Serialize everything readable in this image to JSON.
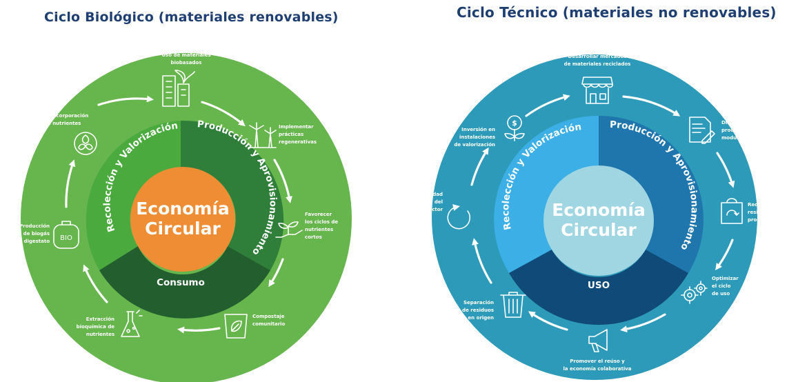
{
  "colors": {
    "title": "#1f3f73",
    "bio_outer": "#66b54d",
    "bio_seg_left": "#4aaa3e",
    "bio_seg_right": "#2f7f3a",
    "bio_seg_bottom": "#235e2e",
    "bio_center": "#ee8d33",
    "tec_outer": "#2c9ab8",
    "tec_seg_left": "#3cb0e6",
    "tec_seg_right": "#1f76ad",
    "tec_seg_bottom": "#0f4a78",
    "tec_center": "#9fd6e2"
  },
  "biologico": {
    "title": "Ciclo Biológico (materiales renovables)",
    "center": [
      "Economía",
      "Circular"
    ],
    "segments": {
      "left": "Recolección y Valorización",
      "right": "Producción y Aprovisionamiento",
      "bottom": "Consumo"
    },
    "steps": [
      {
        "lines": [
          "Uso de materiales",
          "biobasados"
        ],
        "icon": "building-leaf-icon"
      },
      {
        "lines": [
          "Implementar",
          "prácticas",
          "regenerativas"
        ],
        "icon": "wind-turbines-icon"
      },
      {
        "lines": [
          "Favorecer",
          "los ciclos de",
          "nutrientes",
          "cortos"
        ],
        "icon": "sprout-hand-icon"
      },
      {
        "lines": [
          "Compostaje",
          "comunitario"
        ],
        "icon": "compost-bag-icon"
      },
      {
        "lines": [
          "Extracción",
          "bioquímica de",
          "nutrientes"
        ],
        "icon": "flask-icon"
      },
      {
        "lines": [
          "Producción",
          "de biogás",
          "y digestato"
        ],
        "icon": "bio-tank-icon"
      },
      {
        "lines": [
          "Reincorporación",
          "de nutrientes"
        ],
        "icon": "leaf-cycle-icon"
      }
    ]
  },
  "tecnico": {
    "title": "Ciclo Técnico (materiales no renovables)",
    "center": [
      "Economía",
      "Circular"
    ],
    "segments": {
      "left": "Recolección y Valorización",
      "right": "Producción y Aprovisionamiento",
      "bottom": "USO"
    },
    "steps": [
      {
        "lines": [
          "Desarrollar mercados",
          "de materiales reciclados"
        ],
        "icon": "storefront-icon"
      },
      {
        "lines": [
          "Diseñar",
          "productos",
          "modulares"
        ],
        "icon": "document-pencil-icon"
      },
      {
        "lines": [
          "Reducir",
          "residuos de",
          "procesos"
        ],
        "icon": "recycle-bag-icon"
      },
      {
        "lines": [
          "Optimizar",
          "el ciclo",
          "de uso"
        ],
        "icon": "gears-icon"
      },
      {
        "lines": [
          "Promover el reúso y",
          "la economía colaborativa"
        ],
        "icon": "megaphone-icon"
      },
      {
        "lines": [
          "Separación",
          "de residuos",
          "en origen"
        ],
        "icon": "trash-bin-icon"
      },
      {
        "lines": [
          "Responsabilidad",
          "Extendida del",
          "Productor"
        ],
        "icon": "cycle-arrow-icon"
      },
      {
        "lines": [
          "Inversión en",
          "instalaciones",
          "de valorización"
        ],
        "icon": "money-plant-icon"
      }
    ]
  }
}
